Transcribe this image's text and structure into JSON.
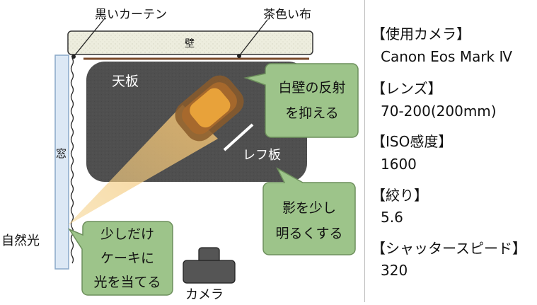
{
  "labels": {
    "black_curtain": "黒いカーテン",
    "brown_cloth": "茶色い布",
    "wall": "壁",
    "tabletop": "天板",
    "window": "窓",
    "natural_light": "自然光",
    "reflector": "レフ板",
    "camera": "カメラ"
  },
  "callouts": {
    "wall_reflection": [
      "白壁の反射",
      "を抑える"
    ],
    "brighten_shadow": [
      "影を少し",
      "明るくする"
    ],
    "light_cake": [
      "少しだけ",
      "ケーキに",
      "光を当てる"
    ]
  },
  "specs": [
    {
      "heading": "【使用カメラ】",
      "value": "Canon Eos Mark Ⅳ"
    },
    {
      "heading": "【レンズ】",
      "value": "70-200(200mm)"
    },
    {
      "heading": "【ISO感度】",
      "value": "1600"
    },
    {
      "heading": "【絞り】",
      "value": "5.6"
    },
    {
      "heading": "【シャッタースピード】",
      "value": "320"
    }
  ],
  "colors": {
    "tabletop": "#505050",
    "wall_fill": "#ededde",
    "window_fill": "#dce8f5",
    "cloth": "#7a4a2a",
    "callout_fill": "#9dc48a",
    "callout_stroke": "#6d8f5c",
    "light_beam": "#f5d28a",
    "cake": "#e8a23a",
    "camera_fill": "#555555"
  }
}
